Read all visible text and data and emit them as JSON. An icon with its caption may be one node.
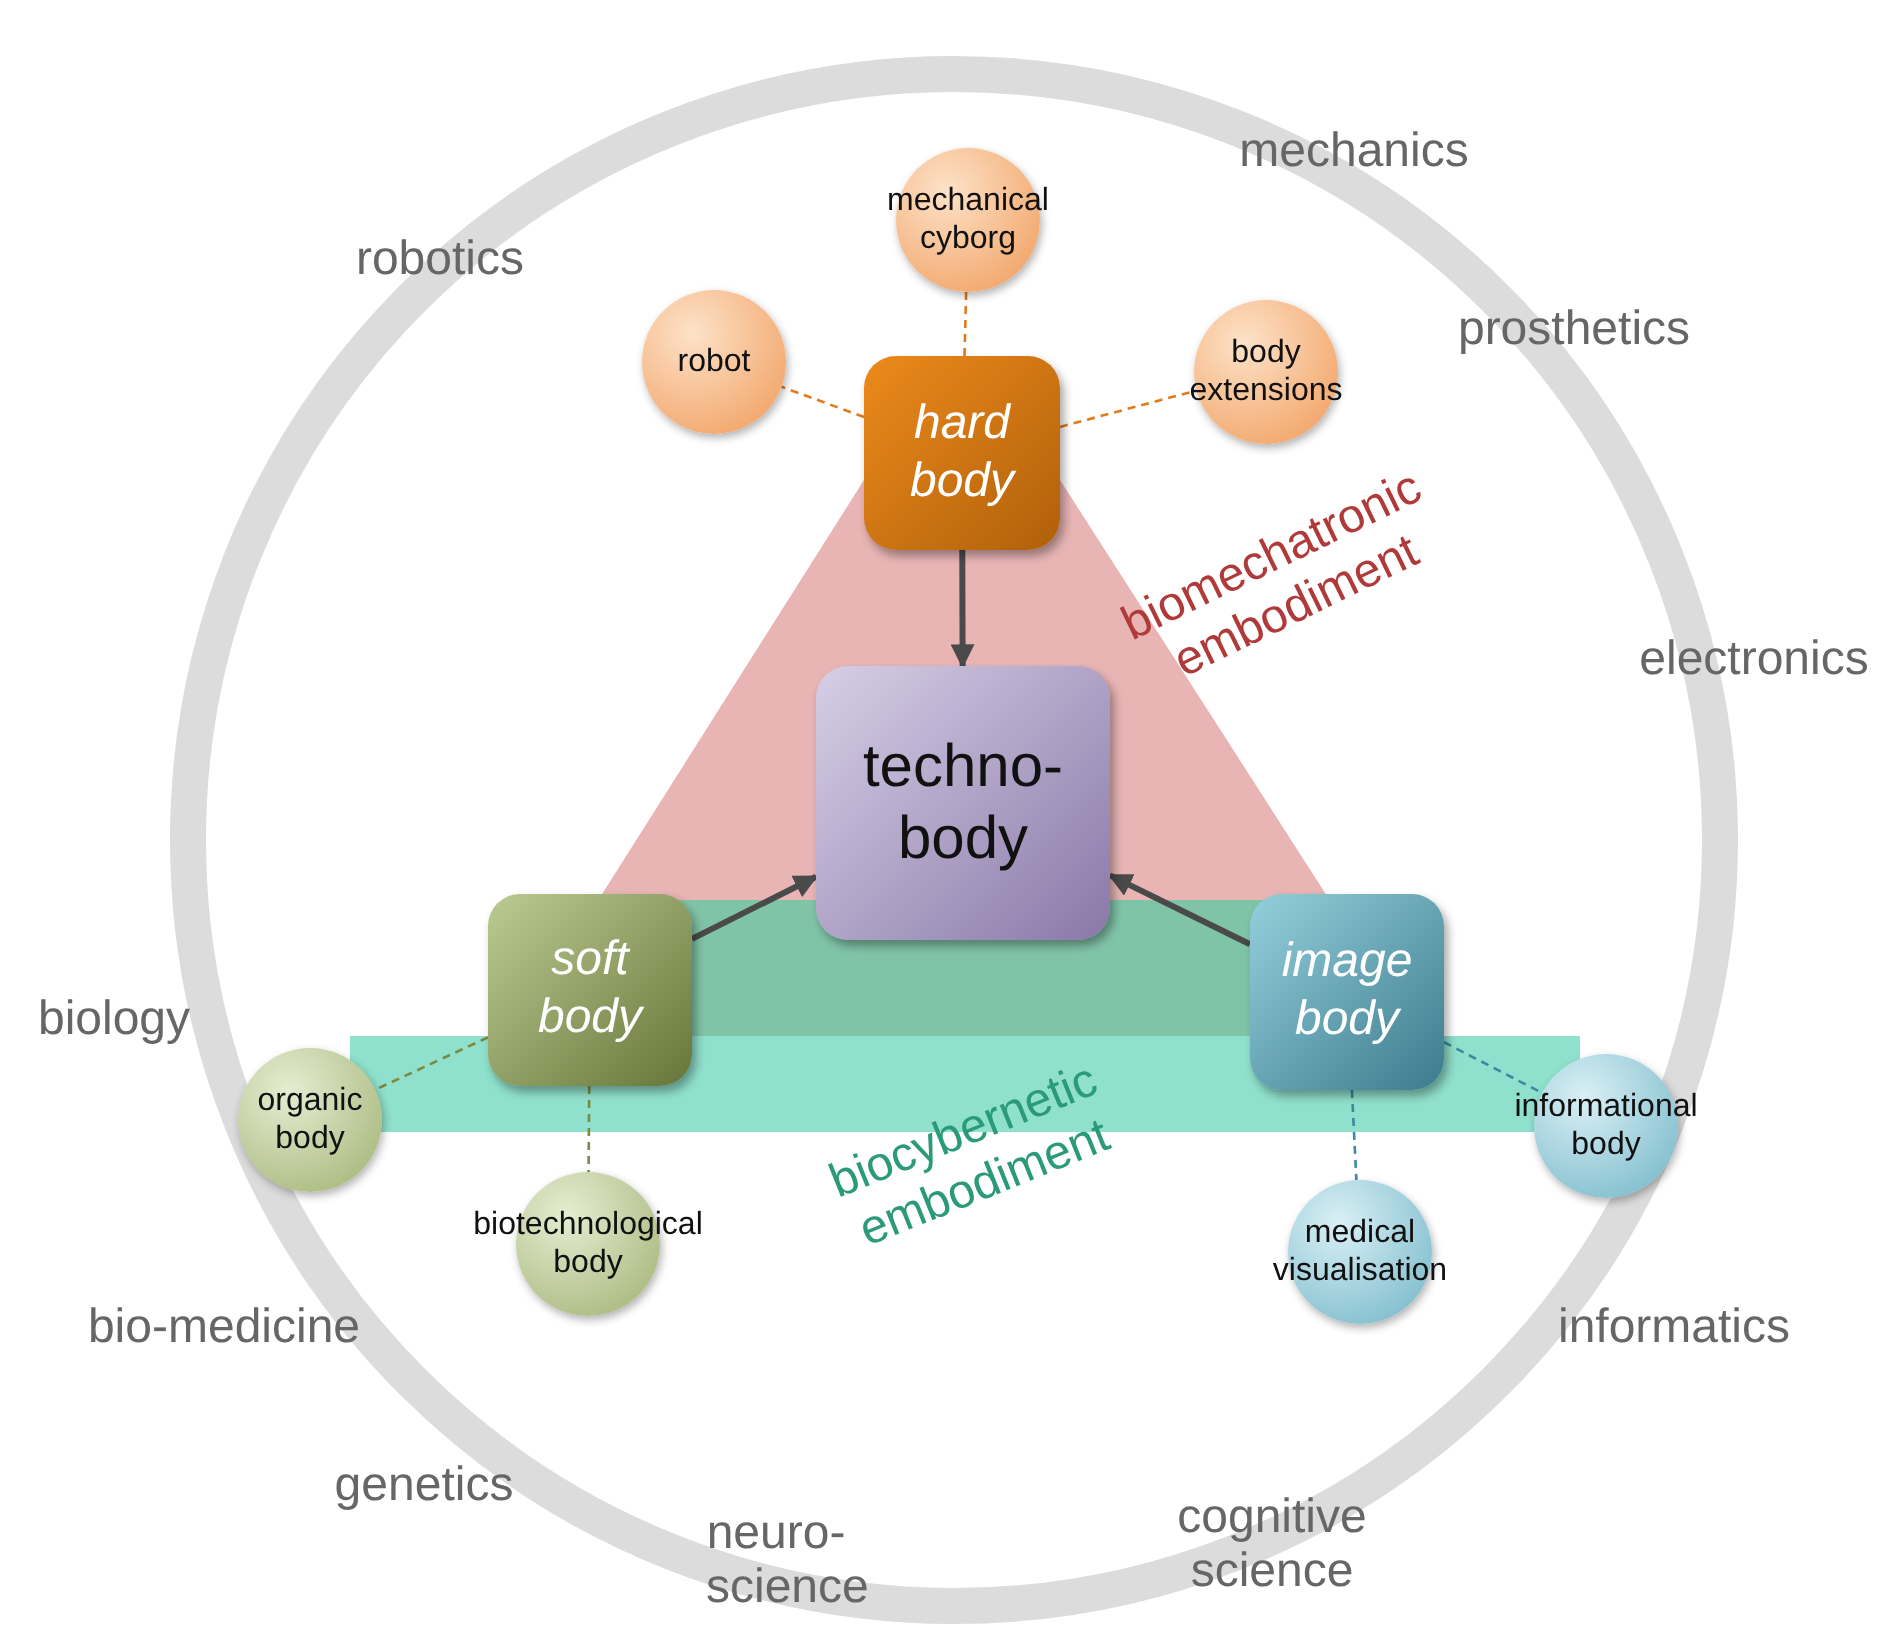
{
  "diagram": {
    "nodes": [
      {
        "text": [
          "techno- body"
        ]
      },
      {
        "text": [
          "hard body"
        ]
      },
      {
        "text": [
          "soft body"
        ]
      },
      {
        "text": [
          "image body"
        ]
      },
      {
        "text": [
          "mechanical cyborg"
        ]
      },
      {
        "text": [
          "robot"
        ]
      },
      {
        "text": [
          "body extensions"
        ]
      },
      {
        "text": [
          "organic body"
        ]
      },
      {
        "text": [
          "biotechnological body"
        ]
      },
      {
        "text": [
          "medical visualisation"
        ]
      },
      {
        "text": [
          "informational body"
        ]
      }
    ],
    "edges": [
      {
        "from": 1,
        "to": 0,
        "arrow": "to",
        "style": "thick"
      },
      {
        "from": 2,
        "to": 0,
        "arrow": "to",
        "style": "thick"
      },
      {
        "from": 3,
        "to": 0,
        "arrow": "to",
        "style": "thick"
      },
      {
        "from": 1,
        "to": 4,
        "arrow": "none",
        "style": "dashed",
        "color": "#e07b1a"
      },
      {
        "from": 1,
        "to": 5,
        "arrow": "none",
        "style": "dashed",
        "color": "#e07b1a"
      },
      {
        "from": 1,
        "to": 6,
        "arrow": "none",
        "style": "dashed",
        "color": "#e07b1a"
      },
      {
        "from": 2,
        "to": 7,
        "arrow": "none",
        "style": "dashed",
        "color": "#7a8a40"
      },
      {
        "from": 2,
        "to": 8,
        "arrow": "none",
        "style": "dashed",
        "color": "#7a8a40"
      },
      {
        "from": 3,
        "to": 9,
        "arrow": "none",
        "style": "dashed",
        "color": "#3a8aa0"
      },
      {
        "from": 3,
        "to": 10,
        "arrow": "none",
        "style": "dashed",
        "color": "#3a8aa0"
      }
    ],
    "labels": [
      "mechanics",
      "robotics",
      "prosthetics",
      "biomechatronic embodiment",
      "electronics",
      "biology",
      "biocybernetic embodiment",
      "bio-medicine",
      "informatics",
      "genetics",
      "neuro- science",
      "cognitive science"
    ]
  }
}
